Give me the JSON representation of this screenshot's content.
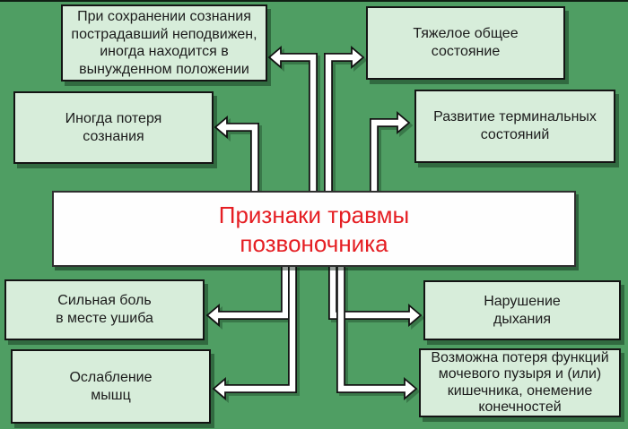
{
  "diagram": {
    "center": {
      "id": "center-title",
      "lines": [
        "Признаки травмы",
        "позвоночника"
      ]
    },
    "nodes": [
      {
        "id": "consciousness-position",
        "lines": [
          "При сохранении сознания",
          "пострадавший неподвижен,",
          "иногда находится в",
          "вынужденном положении"
        ]
      },
      {
        "id": "severe-general-condition",
        "lines": [
          "Тяжелое общее",
          "состояние"
        ]
      },
      {
        "id": "loss-of-consciousness",
        "lines": [
          "Иногда потеря",
          "сознания"
        ]
      },
      {
        "id": "terminal-states",
        "lines": [
          "Развитие терминальных",
          "состояний"
        ]
      },
      {
        "id": "severe-pain",
        "lines": [
          "Сильная боль",
          "в месте ушиба"
        ]
      },
      {
        "id": "muscle-weakening",
        "lines": [
          "Ослабление",
          "мышц"
        ]
      },
      {
        "id": "breathing-disorder",
        "lines": [
          "Нарушение",
          "дыхания"
        ]
      },
      {
        "id": "bladder-bowel-numbness",
        "lines": [
          "Возможна потеря функций",
          "мочевого пузыря и (или)",
          "кишечника, онемение",
          "конечностей"
        ]
      }
    ],
    "connections": [
      {
        "from": "center-title",
        "to": "consciousness-position"
      },
      {
        "from": "center-title",
        "to": "severe-general-condition"
      },
      {
        "from": "center-title",
        "to": "loss-of-consciousness"
      },
      {
        "from": "center-title",
        "to": "terminal-states"
      },
      {
        "from": "center-title",
        "to": "severe-pain"
      },
      {
        "from": "center-title",
        "to": "muscle-weakening"
      },
      {
        "from": "center-title",
        "to": "breathing-disorder"
      },
      {
        "from": "center-title",
        "to": "bladder-bowel-numbness"
      }
    ],
    "style": {
      "background": "#4f9e63",
      "node_fill": "#d7edda",
      "node_border": "#141414",
      "center_fill": "#fefefe",
      "center_text_color": "#e51e23",
      "arrow_fill": "#ffffff",
      "arrow_outline": "#121212"
    }
  }
}
